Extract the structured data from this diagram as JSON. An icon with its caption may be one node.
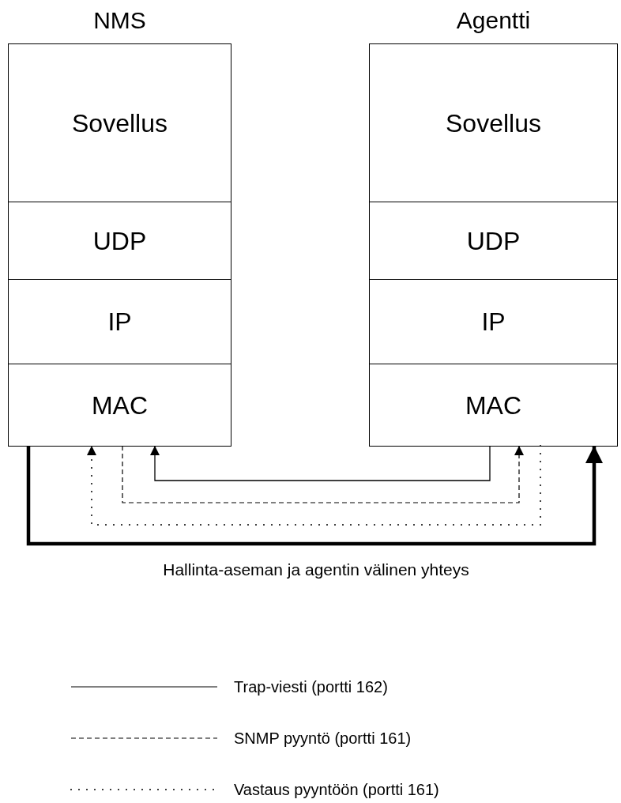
{
  "diagram": {
    "nodes": [
      {
        "text": [
          "NMS"
        ]
      },
      {
        "text": [
          "Sovellus"
        ],
        "in": 0
      },
      {
        "text": [
          "UDP"
        ],
        "in": 0
      },
      {
        "text": [
          "IP"
        ],
        "in": 0
      },
      {
        "text": [
          "MAC"
        ],
        "in": 0
      },
      {
        "text": [
          "Agentti"
        ]
      },
      {
        "text": [
          "Sovellus"
        ],
        "in": 5
      },
      {
        "text": [
          "UDP"
        ],
        "in": 5
      },
      {
        "text": [
          "IP"
        ],
        "in": 5
      },
      {
        "text": [
          "MAC"
        ],
        "in": 5
      }
    ],
    "edges": [
      {
        "from": 9,
        "to": 4,
        "arrow": "to"
      },
      {
        "from": 4,
        "to": 9,
        "arrow": "to",
        "style": "dashed"
      },
      {
        "from": 9,
        "to": 4,
        "arrow": "to",
        "style": "dashed"
      },
      {
        "from": 4,
        "to": 9,
        "arrow": "to",
        "style": "thick",
        "label": "Hallinta-aseman ja agentin välinen yhteys"
      }
    ],
    "legend": [
      {
        "text": "Trap-viesti (portti 162)"
      },
      {
        "text": "SNMP pyyntö (portti 161)"
      },
      {
        "text": "Vastaus pyyntöön (portti 161)"
      }
    ]
  }
}
